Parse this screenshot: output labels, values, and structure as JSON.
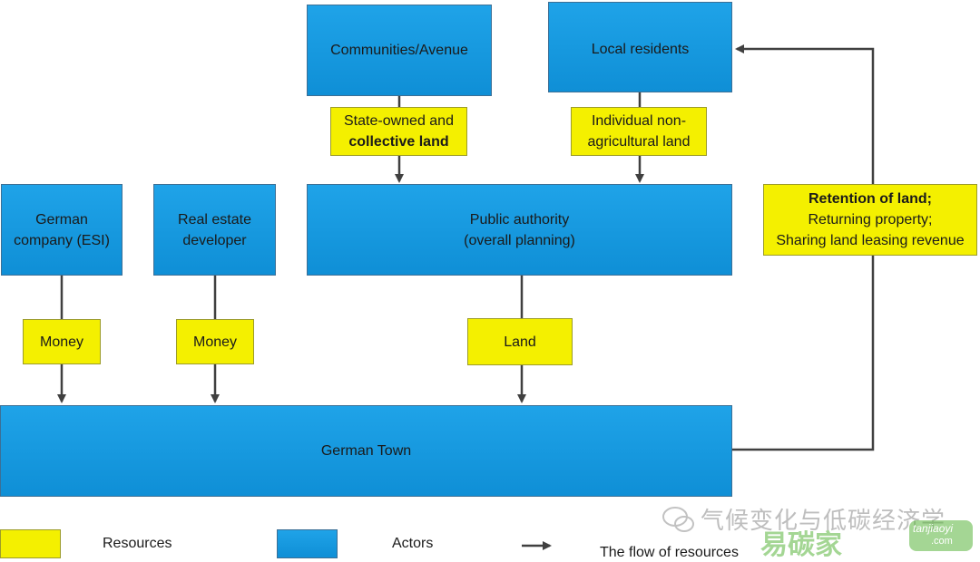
{
  "nodes": {
    "communities": {
      "text": "Communities/Avenue"
    },
    "local_residents": {
      "text": "Local residents"
    },
    "german_company": {
      "line1": "German",
      "line2": "company (ESI)"
    },
    "real_estate": {
      "line1": "Real estate",
      "line2": "developer"
    },
    "public_authority": {
      "line1": "Public authority",
      "line2": "(overall planning)"
    },
    "german_town": {
      "text": "German Town"
    }
  },
  "resources": {
    "state_land": {
      "line1": "State-owned and",
      "line2": "collective  land"
    },
    "individual_land": {
      "line1": "Individual non-",
      "line2": "agricultural land"
    },
    "money_1": {
      "text": "Money"
    },
    "money_2": {
      "text": "Money"
    },
    "land": {
      "text": "Land"
    },
    "retention": {
      "line1": "Retention of land;",
      "line2": "Returning property;",
      "line3": "Sharing land leasing revenue"
    }
  },
  "legend": {
    "resources": "Resources",
    "actors": "Actors",
    "flow": "The flow of resources"
  },
  "colors": {
    "actor": "#1296dd",
    "resource": "#f4f000",
    "line": "#404040"
  },
  "watermark": {
    "text": "气候变化与低碳经济学",
    "brand": "易碳家",
    "domain": "tanjiaoyi",
    "tld": ".com"
  }
}
